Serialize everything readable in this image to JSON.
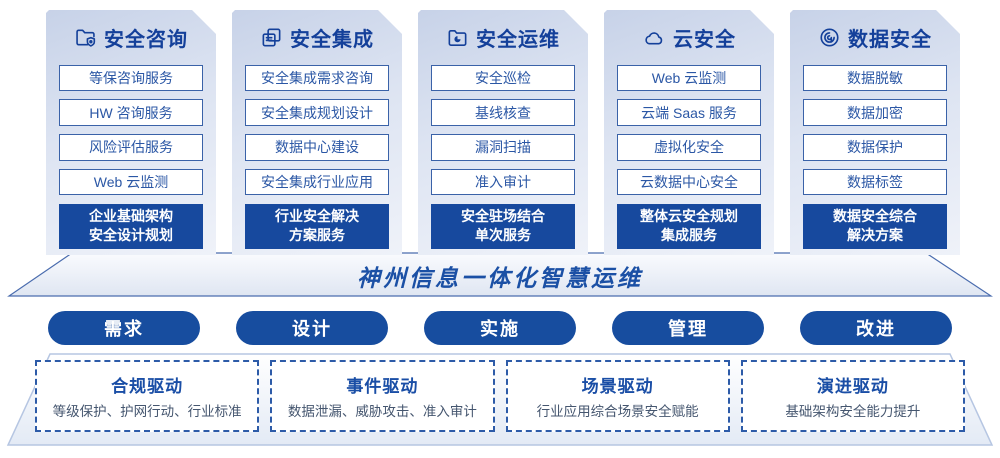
{
  "colors": {
    "primary_dark_blue": "#17499e",
    "item_border_blue": "#3a62a8",
    "title_blue": "#14409a",
    "card_gradient_top": "#c7d2e8",
    "card_gradient_bottom": "#eff2f9",
    "driver_desc_gray": "#45566f"
  },
  "columns": [
    {
      "title": "安全咨询",
      "icon": "folder-shield-icon",
      "items": [
        "等保咨询服务",
        "HW 咨询服务",
        "风险评估服务",
        "Web 云监测"
      ],
      "footer_lines": [
        "企业基础架构",
        "安全设计规划"
      ]
    },
    {
      "title": "安全集成",
      "icon": "document-copy-icon",
      "items": [
        "安全集成需求咨询",
        "安全集成规划设计",
        "数据中心建设",
        "安全集成行业应用"
      ],
      "footer_lines": [
        "行业安全解决",
        "方案服务"
      ]
    },
    {
      "title": "安全运维",
      "icon": "folder-pie-icon",
      "items": [
        "安全巡检",
        "基线核查",
        "漏洞扫描",
        "准入审计"
      ],
      "footer_lines": [
        "安全驻场结合",
        "单次服务"
      ]
    },
    {
      "title": "云安全",
      "icon": "cloud-icon",
      "items": [
        "Web 云监测",
        "云端 Saas 服务",
        "虚拟化安全",
        "云数据中心安全"
      ],
      "footer_lines": [
        "整体云安全规划",
        "集成服务"
      ]
    },
    {
      "title": "数据安全",
      "icon": "fingerprint-icon",
      "items": [
        "数据脱敏",
        "数据加密",
        "数据保护",
        "数据标签"
      ],
      "footer_lines": [
        "数据安全综合",
        "解决方案"
      ]
    }
  ],
  "platform": {
    "title": "神州信息一体化智慧运维"
  },
  "pills": [
    "需求",
    "设计",
    "实施",
    "管理",
    "改进"
  ],
  "drivers": [
    {
      "title": "合规驱动",
      "desc": "等级保护、护网行动、行业标准"
    },
    {
      "title": "事件驱动",
      "desc": "数据泄漏、威胁攻击、准入审计"
    },
    {
      "title": "场景驱动",
      "desc": "行业应用综合场景安全赋能"
    },
    {
      "title": "演进驱动",
      "desc": "基础架构安全能力提升"
    }
  ]
}
